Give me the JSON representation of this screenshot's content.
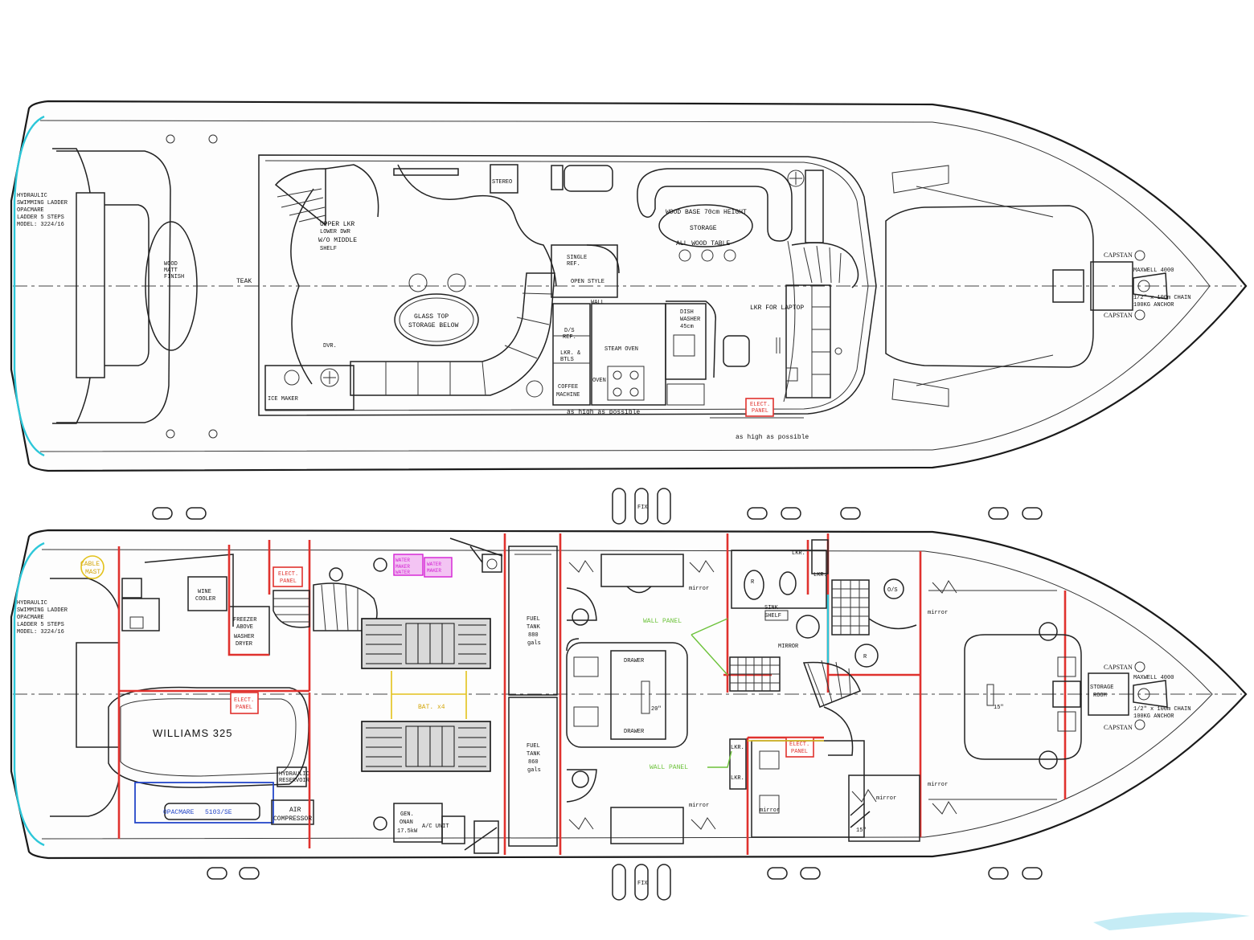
{
  "upper_deck": {
    "labels": {
      "swim_ladder_1": "HYDRAULIC",
      "swim_ladder_2": "SWIMMING LADDER",
      "swim_ladder_3": "OPACMARE",
      "swim_ladder_4": "LADDER 5 STEPS",
      "swim_ladder_5": "MODEL: 3224/16",
      "wood_1": "WOOD",
      "wood_2": "MATT",
      "wood_3": "FINISH",
      "teak": "TEAK",
      "stereo": "STEREO",
      "upper_lkr": "UPPER LKR",
      "lower_dwr": "LOWER DWR",
      "wo_middle": "W/O MIDDLE",
      "shelf": "SHELF",
      "wood_base": "WOOD BASE 70cm HEIGHT",
      "storage": "STORAGE",
      "all_wood_table": "ALL WOOD TABLE",
      "single_ref_1": "SINGLE",
      "single_ref_2": "REF.",
      "open_style": "OPEN STYLE",
      "wall": "WALL",
      "glass_top": "GLASS TOP",
      "storage_below": "STORAGE BELOW",
      "dish_1": "DISH",
      "dish_2": "WASHER",
      "dish_3": "45cm",
      "lkr_laptop": "LKR FOR LAPTOP",
      "dvr": "DVR.",
      "ice_maker": "ICE MAKER",
      "ds_ref_1": "D/S",
      "ds_ref_2": "REF.",
      "lkr_btls_1": "LKR. &",
      "lkr_btls_2": "BTLS",
      "coffee_1": "COFFEE",
      "coffee_2": "MACHINE",
      "steam_oven": "STEAM OVEN",
      "oven": "OVEN",
      "elect_panel_1": "ELECT.",
      "elect_panel_2": "PANEL",
      "as_high_1": "as high as possible",
      "as_high_2": "as high as possible",
      "capstan_1": "CAPSTAN",
      "capstan_2": "CAPSTAN",
      "maxwell": "MAXWELL 4000",
      "chain": "1/2\" x 100m CHAIN",
      "anchor": "100KG ANCHOR"
    }
  },
  "lower_deck": {
    "labels": {
      "cable_1": "CABLE",
      "cable_2": "MAST",
      "swim_ladder_1": "HYDRAULIC",
      "swim_ladder_2": "SWIMMING LADDER",
      "swim_ladder_3": "OPACMARE",
      "swim_ladder_4": "LADDER 5 STEPS",
      "swim_ladder_5": "MODEL: 3224/16",
      "wine_1": "WINE",
      "wine_2": "COOLER",
      "freezer_1": "FREEZER",
      "freezer_2": "ABOVE",
      "freezer_3": "WASHER",
      "freezer_4": "DRYER",
      "elect_panel_a1": "ELECT.",
      "elect_panel_a2": "PANEL",
      "elect_panel_b1": "ELECT.",
      "elect_panel_b2": "PANEL",
      "elect_panel_c1": "ELECT.",
      "elect_panel_c2": "PANEL",
      "tender": "WILLIAMS 325",
      "opacmare": "OPACMARE",
      "opacmare_model": "5103/SE",
      "air_1": "AIR",
      "air_2": "COMPRESSOR",
      "hydraulic_reservoir_1": "HYDRAULIC",
      "hydraulic_reservoir_2": "RESERVOIR",
      "gen_1": "GEN.",
      "gen_2": "ONAN",
      "gen_3": "17.5kW",
      "ac_unit": "A/C UNIT",
      "bat": "BAT. x4",
      "fuel_a1": "FUEL",
      "fuel_a2": "TANK",
      "fuel_a3": "880",
      "fuel_a4": "gals",
      "fuel_b1": "FUEL",
      "fuel_b2": "TANK",
      "fuel_b3": "860",
      "fuel_b4": "gals",
      "water_maker_1": "WATER",
      "water_maker_2": "MAKER",
      "water_maker_3": "WATER",
      "watermaker_a": "WATER",
      "watermaker_b": "MAKER",
      "drawer_1": "DRAWER",
      "drawer_2": "DRAWER",
      "tv_1": "20\"",
      "tv_2": "15\"",
      "tv_3": "15\"",
      "wall_panel_1": "WALL PANEL",
      "wall_panel_2": "WALL PANEL",
      "mirror_1": "mirror",
      "mirror_2": "mirror",
      "mirror_3": "mirror",
      "mirror_4": "mirror",
      "mirror_5": "mirror",
      "mirror_6": "MIRROR",
      "mirror_7": "mirror",
      "lkr_1": "LKR.",
      "lkr_2": "LKR.",
      "lkr_3": "LKR.",
      "lkr_4": "LKR.",
      "sink_1": "SINK",
      "sink_2": "SHELF",
      "os": "O/S",
      "r1": "R",
      "r2": "R",
      "storage_1": "STORAGE",
      "storage_2": "ROOM",
      "capstan_1": "CAPSTAN",
      "capstan_2": "CAPSTAN",
      "maxwell": "MAXWELL 4000",
      "chain": "1/2\" x 100m CHAIN",
      "anchor": "100KG ANCHOR",
      "fix_1": "FIX",
      "fix_2": "FIX"
    }
  },
  "colors": {
    "outline": "#1a1a1a",
    "bulkhead": "#e0322e",
    "cyan": "#2cc7d9",
    "green": "#6cc23a",
    "blue": "#2547c8",
    "magenta": "#d41fd4",
    "yellow": "#e3c21c"
  }
}
